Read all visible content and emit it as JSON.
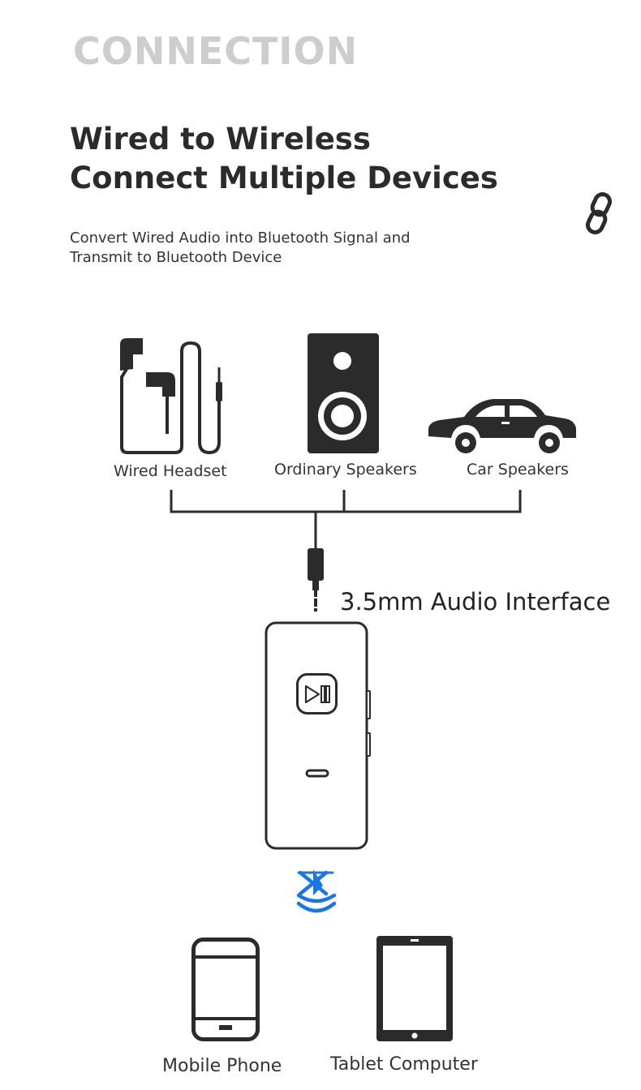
{
  "header": {
    "section_title": "CONNECTION",
    "headline_line1": "Wired to Wireless",
    "headline_line2": "Connect Multiple Devices",
    "subtitle_line1": "Convert Wired Audio into Bluetooth Signal and",
    "subtitle_line2": "Transmit to Bluetooth Device"
  },
  "wired_devices": [
    {
      "label": "Wired Headset",
      "icon": "headset-icon"
    },
    {
      "label": "Ordinary Speakers",
      "icon": "speaker-icon"
    },
    {
      "label": "Car Speakers",
      "icon": "car-icon"
    }
  ],
  "interface_label": "3.5mm Audio Interface",
  "bluetooth_devices": [
    {
      "label": "Mobile Phone",
      "icon": "mobile-phone-icon"
    },
    {
      "label": "Tablet Computer",
      "icon": "tablet-icon"
    }
  ],
  "colors": {
    "section_title": "#cdcdcd",
    "ink": "#2b2b2b",
    "bluetooth": "#1677e8"
  }
}
